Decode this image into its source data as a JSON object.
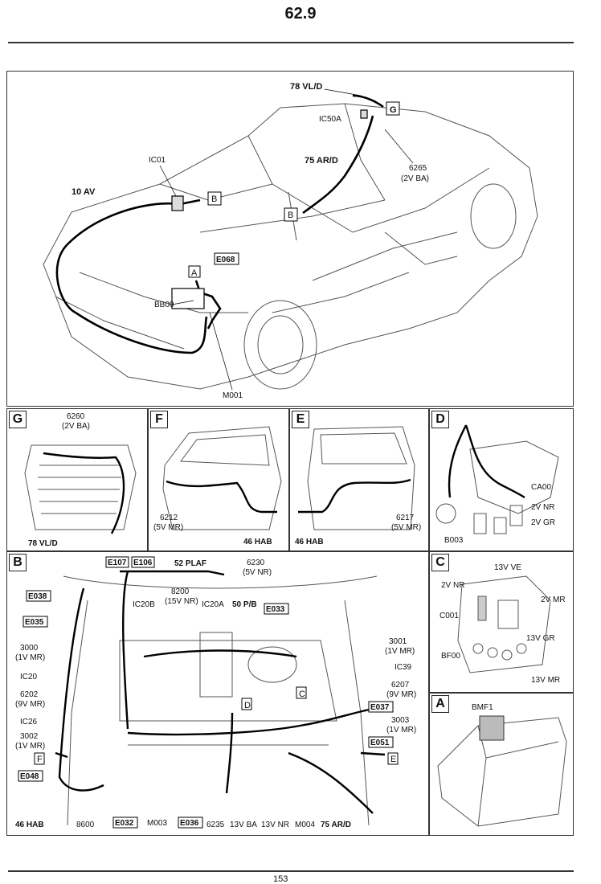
{
  "page_number": "62.9",
  "footer_number": "153",
  "main": {
    "labels": {
      "l78vld": "78 VL/D",
      "g": "G",
      "ic50a": "IC50A",
      "p6265": "6265",
      "p6265b": "(2V BA)",
      "l75ard": "75 AR/D",
      "b1": "B",
      "b2": "B",
      "ic01": "IC01",
      "l10av": "10 AV",
      "a": "A",
      "e068": "E068",
      "bb00": "BB00",
      "m001": "M001"
    }
  },
  "panel_g": {
    "letter": "G",
    "p6260": "6260",
    "p6260b": "(2V BA)",
    "l78vld": "78 VL/D"
  },
  "panel_f": {
    "letter": "F",
    "p6212": "6212",
    "p6212b": "(5V MR)",
    "hab": "46 HAB"
  },
  "panel_e": {
    "letter": "E",
    "hab": "46 HAB",
    "p6217": "6217",
    "p6217b": "(5V MR)"
  },
  "panel_d": {
    "letter": "D",
    "ca00": "CA00",
    "nr": "2V NR",
    "gr": "2V GR",
    "b003": "B003"
  },
  "panel_b": {
    "letter": "B",
    "e107": "E107",
    "e106": "E106",
    "plaf": "52 PLAF",
    "p6230": "6230",
    "p6230b": "(5V NR)",
    "e038": "E038",
    "ic20b": "IC20B",
    "p8200": "8200",
    "p8200b": "(15V NR)",
    "ic20a": "IC20A",
    "pb": "50 P/B",
    "e033": "E033",
    "e035": "E035",
    "p3000": "3000",
    "p3000b": "(1V MR)",
    "p3001": "3001",
    "p3001b": "(1V MR)",
    "ic20": "IC20",
    "ic39": "IC39",
    "p6202": "6202",
    "p6202b": "(9V MR)",
    "p6207": "6207",
    "p6207b": "(9V MR)",
    "ic26": "IC26",
    "e037": "E037",
    "p3002": "3002",
    "p3002b": "(1V MR)",
    "p3003": "3003",
    "p3003b": "(1V MR)",
    "f": "F",
    "c": "C",
    "d": "D",
    "e": "E",
    "e051": "E051",
    "e048": "E048",
    "hab": "46 HAB",
    "p8600": "8600",
    "e032": "E032",
    "m003": "M003",
    "e036": "E036",
    "p6235": "6235",
    "ba": "13V BA",
    "nr": "13V NR",
    "m004": "M004",
    "ard": "75 AR/D"
  },
  "panel_c": {
    "letter": "C",
    "ve": "13V VE",
    "nr": "2V NR",
    "mr": "2V MR",
    "c001": "C001",
    "gr": "13V GR",
    "bf00": "BF00",
    "mr13": "13V MR"
  },
  "panel_a": {
    "letter": "A",
    "bmf1": "BMF1"
  }
}
